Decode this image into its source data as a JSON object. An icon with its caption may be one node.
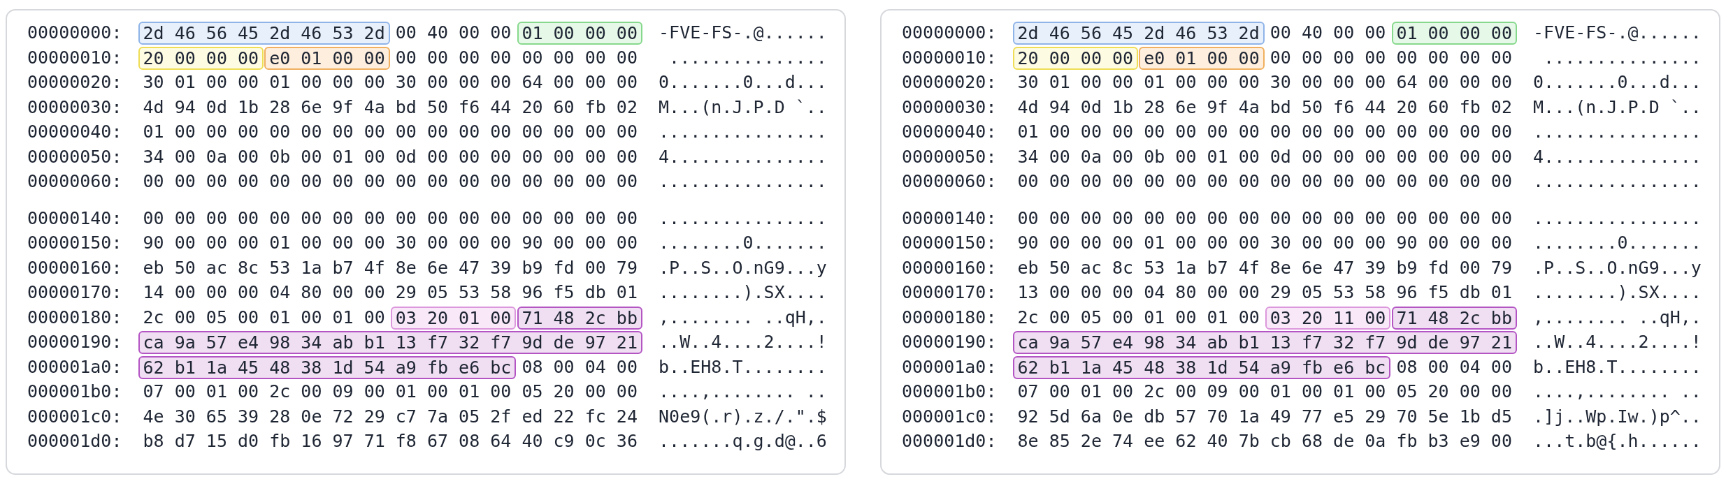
{
  "diagram": {
    "nodes": [
      {
        "text": [],
        "shape": "box"
      },
      {
        "text": [
          "2d 46 56 45 2d 46 53 2d"
        ],
        "in": 0
      },
      {
        "text": [
          "01 00 00 00"
        ],
        "in": 0
      },
      {
        "text": [
          "20 00 00 00"
        ],
        "in": 0
      },
      {
        "text": [
          "e0 01 00 00"
        ],
        "in": 0
      },
      {
        "text": [
          "03 20 01 00"
        ],
        "in": 0
      },
      {
        "text": [
          "71 48 2c bb"
        ],
        "in": 0
      },
      {
        "text": [
          "ca 9a 57 e4 98 34 ab b1 13 f7 32 f7 9d de 97 21"
        ],
        "in": 0
      },
      {
        "text": [
          "62 b1 1a 45 48 38 1d 54 a9 fb e6 bc"
        ],
        "in": 0
      },
      {
        "text": [],
        "shape": "box"
      },
      {
        "text": [
          "2d 46 56 45 2d 46 53 2d"
        ],
        "in": 9
      },
      {
        "text": [
          "01 00 00 00"
        ],
        "in": 9
      },
      {
        "text": [
          "20 00 00 00"
        ],
        "in": 9
      },
      {
        "text": [
          "e0 01 00 00"
        ],
        "in": 9
      },
      {
        "text": [
          "03 20 11 00"
        ],
        "in": 9
      },
      {
        "text": [
          "71 48 2c bb"
        ],
        "in": 9
      },
      {
        "text": [
          "ca 9a 57 e4 98 34 ab b1 13 f7 32 f7 9d de 97 21"
        ],
        "in": 9
      },
      {
        "text": [
          "62 b1 1a 45 48 38 1d 54 a9 fb e6 bc"
        ],
        "in": 9
      }
    ],
    "labels": [
      "00000000:",
      "00 40 00 00",
      "-FVE-FS-.@......",
      "00000010:",
      "00 00 00 00 00 00 00 00",
      " ...............",
      "00000020:",
      "30 01 00 00 01 00 00 00 30 00 00 00 64 00 00 00",
      "0.......0...d...",
      "00000030:",
      "4d 94 0d 1b 28 6e 9f 4a bd 50 f6 44 20 60 fb 02",
      "M...(n.J.P.D `..",
      "00000040:",
      "01 00 00 00 00 00 00 00 00 00 00 00 00 00 00 00",
      "................",
      "00000050:",
      "34 00 0a 00 0b 00 01 00 0d 00 00 00 00 00 00 00",
      "4...............",
      "00000060:",
      "00 00 00 00 00 00 00 00 00 00 00 00 00 00 00 00",
      "................",
      "00000140:",
      "00 00 00 00 00 00 00 00 00 00 00 00 00 00 00 00",
      "................",
      "00000150:",
      "90 00 00 00 01 00 00 00 30 00 00 00 90 00 00 00",
      "........0.......",
      "00000160:",
      "eb 50 ac 8c 53 1a b7 4f 8e 6e 47 39 b9 fd 00 79",
      ".P..S..O.nG9...y",
      "00000170:",
      "14 00 00 00 04 80 00 00 29 05 53 58 96 f5 db 01",
      "........).SX....",
      "00000180:",
      "2c 00 05 00 01 00 01 00",
      ",........ ..qH,.",
      "00000190:",
      "..W..4....2....!",
      "000001a0:",
      "08 00 04 00",
      "b..EH8.T........",
      "000001b0:",
      "07 00 01 00 2c 00 09 00 01 00 01 00 05 20 00 00",
      "....,........ ..",
      "000001c0:",
      "4e 30 65 39 28 0e 72 29 c7 7a 05 2f ed 22 fc 24",
      "N0e9(.r).z./.\".$",
      "000001d0:",
      "b8 d7 15 d0 fb 16 97 71 f8 67 08 64 40 c9 0c 36",
      ".......q.g.d@..6",
      "00000000:",
      "00 40 00 00",
      "-FVE-FS-.@......",
      "00000010:",
      "00 00 00 00 00 00 00 00",
      " ...............",
      "00000020:",
      "30 01 00 00 01 00 00 00 30 00 00 00 64 00 00 00",
      "0.......0...d...",
      "00000030:",
      "4d 94 0d 1b 28 6e 9f 4a bd 50 f6 44 20 60 fb 02",
      "M...(n.J.P.D `..",
      "00000040:",
      "01 00 00 00 00 00 00 00 00 00 00 00 00 00 00 00",
      "................",
      "00000050:",
      "34 00 0a 00 0b 00 01 00 0d 00 00 00 00 00 00 00",
      "4...............",
      "00000060:",
      "00 00 00 00 00 00 00 00 00 00 00 00 00 00 00 00",
      "................",
      "00000140:",
      "00 00 00 00 00 00 00 00 00 00 00 00 00 00 00 00",
      "................",
      "00000150:",
      "90 00 00 00 01 00 00 00 30 00 00 00 90 00 00 00",
      "........0.......",
      "00000160:",
      "eb 50 ac 8c 53 1a b7 4f 8e 6e 47 39 b9 fd 00 79",
      ".P..S..O.nG9...y",
      "00000170:",
      "13 00 00 00 04 80 00 00 29 05 53 58 96 f5 db 01",
      "........).SX....",
      "00000180:",
      "2c 00 05 00 01 00 01 00",
      ",........ ..qH,.",
      "00000190:",
      "..W..4....2....!",
      "000001a0:",
      "08 00 04 00",
      "b..EH8.T........",
      "000001b0:",
      "07 00 01 00 2c 00 09 00 01 00 01 00 05 20 00 00",
      "....,........ ..",
      "000001c0:",
      "92 5d 6a 0e db 57 70 1a 49 77 e5 29 70 5e 1b d5",
      ".]j..Wp.Iw.)p^..",
      "000001d0:",
      "8e 85 2e 74 ee 62 40 7b cb 68 de 0a fb b3 e9 00",
      "...t.b@{.h......"
    ]
  }
}
